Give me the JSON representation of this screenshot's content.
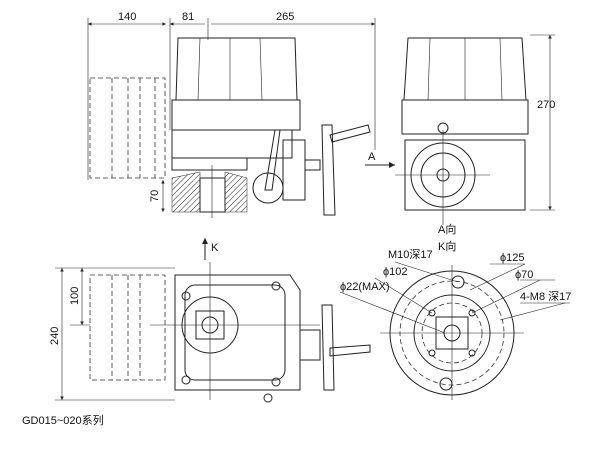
{
  "dimensions": {
    "d140": "140",
    "d81": "81",
    "d265": "265",
    "d270": "270",
    "d70": "70",
    "d100": "100",
    "d240": "240"
  },
  "views": {
    "arrow_a": "A",
    "a_view": "A向",
    "arrow_k": "K",
    "k_view": "K向"
  },
  "callouts": {
    "m10": "M10深17",
    "phi102": "ϕ102",
    "phi22": "ϕ22(MAX)",
    "phi125": "ϕ125",
    "phi70": "ϕ70",
    "m8": "4-M8 深17"
  },
  "caption": "GD015~020系列"
}
